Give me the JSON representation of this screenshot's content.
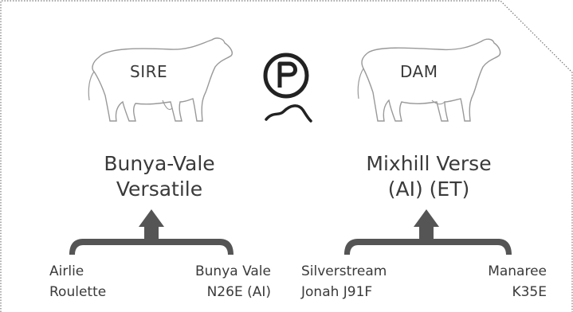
{
  "sire": {
    "label": "SIRE",
    "name_line1": "Bunya-Vale",
    "name_line2": "Versatile",
    "parents": [
      {
        "line1": "Airlie",
        "line2": "Roulette"
      },
      {
        "line1": "Bunya Vale",
        "line2": "N26E (AI)"
      }
    ]
  },
  "dam": {
    "label": "DAM",
    "name_line1": "Mixhill Verse",
    "name_line2": "(AI) (ET)",
    "parents": [
      {
        "line1": "Silverstream",
        "line2": "Jonah J91F"
      },
      {
        "line1": "Manaree",
        "line2": "K35E"
      }
    ]
  },
  "colors": {
    "text": "#3a3a3a",
    "brace": "#555555",
    "outline": "#999999"
  },
  "icons": {
    "center": "p-logo-icon",
    "sire_animal": "bull-outline-icon",
    "dam_animal": "cow-outline-icon"
  }
}
